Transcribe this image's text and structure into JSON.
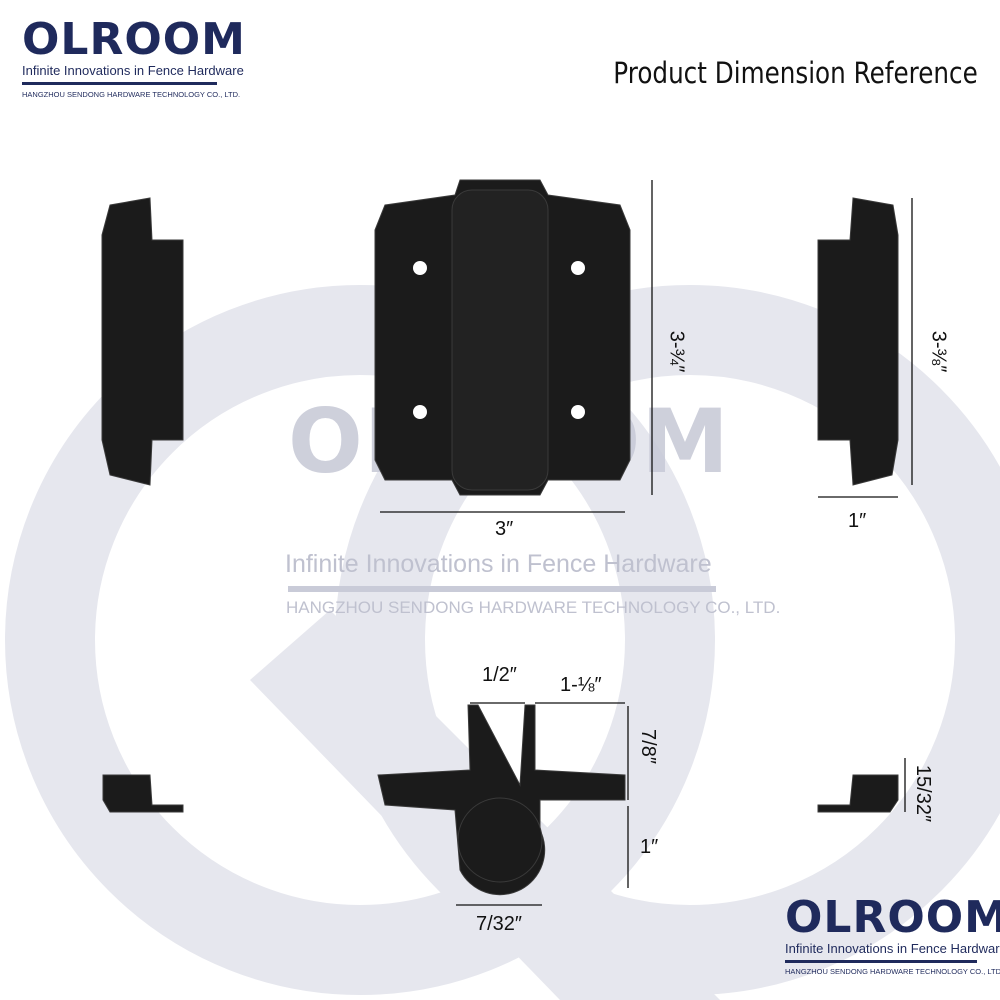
{
  "brand": {
    "logo": "OLROOM",
    "tagline": "Infinite Innovations in Fence Hardware",
    "company": "HANGZHOU SENDONG HARDWARE TECHNOLOGY CO., LTD."
  },
  "title": "Product Dimension Reference",
  "watermark": {
    "logo": "OLROOM",
    "tagline": "Infinite Innovations in Fence Hardware",
    "company": "HANGZHOU SENDONG HARDWARE TECHNOLOGY CO., LTD."
  },
  "dimensions": {
    "front_height": "3-¾″",
    "front_width": "3″",
    "side_height": "3-⅜″",
    "side_depth": "1″",
    "top_gap": "1/2″",
    "top_flange": "1-⅛″",
    "top_height": "7/8″",
    "top_body": "1″",
    "top_knob": "7/32″",
    "side_bottom_height": "15/32″"
  },
  "colors": {
    "brand": "#1f2a5c",
    "watermark": "#e4e5ec",
    "product": "#1b1b1b"
  }
}
